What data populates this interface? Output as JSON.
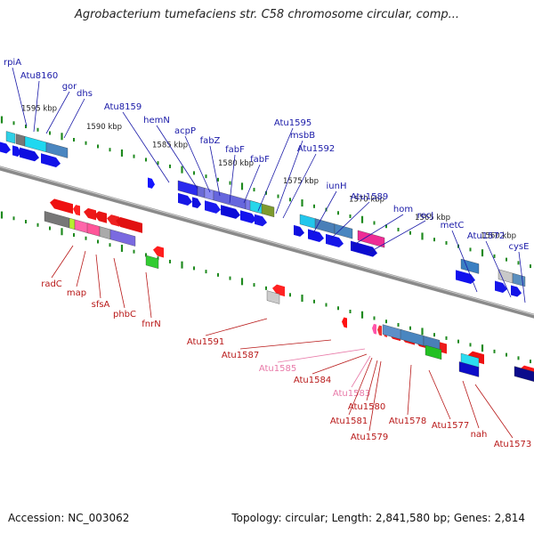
{
  "title": "Agrobacterium tumefaciens str. C58 chromosome circular, comp...",
  "footer": {
    "accession": "Accession: NC_003062",
    "stats": "Topology: circular; Length: 2,841,580 bp; Genes: 2,814"
  },
  "colors": {
    "forward_label": "#1a1aa8",
    "reverse_label": "#b81818",
    "pseudo_label": "#e879a8",
    "backbone": "#8a8a8a",
    "ticks": "#1f8a1f"
  },
  "scale_labels": [
    "1595 kbp",
    "1590 kbp",
    "1585 kbp",
    "1580 kbp",
    "1575 kbp",
    "1570 kbp",
    "1565 kbp",
    "1560 kbp"
  ],
  "forward_genes": [
    "rpiA",
    "Atu8160",
    "gor",
    "dhs",
    "Atu8159",
    "hemN",
    "acpP",
    "fabZ",
    "fabF",
    "fabF",
    "Atu1595",
    "msbB",
    "Atu1592",
    "iunH",
    "Atu1589",
    "hom",
    "recJ",
    "metC",
    "Atu1572",
    "cysE"
  ],
  "reverse_genes": [
    "radC",
    "map",
    "sfsA",
    "phbC",
    "fnrN",
    "Atu1591",
    "Atu1587",
    "Atu1585",
    "Atu1584",
    "Atu1583",
    "Atu1581",
    "Atu1580",
    "Atu1579",
    "Atu1578",
    "Atu1577",
    "nah",
    "Atu1573"
  ],
  "pseudo_genes": [
    "Atu1585",
    "Atu1583"
  ]
}
